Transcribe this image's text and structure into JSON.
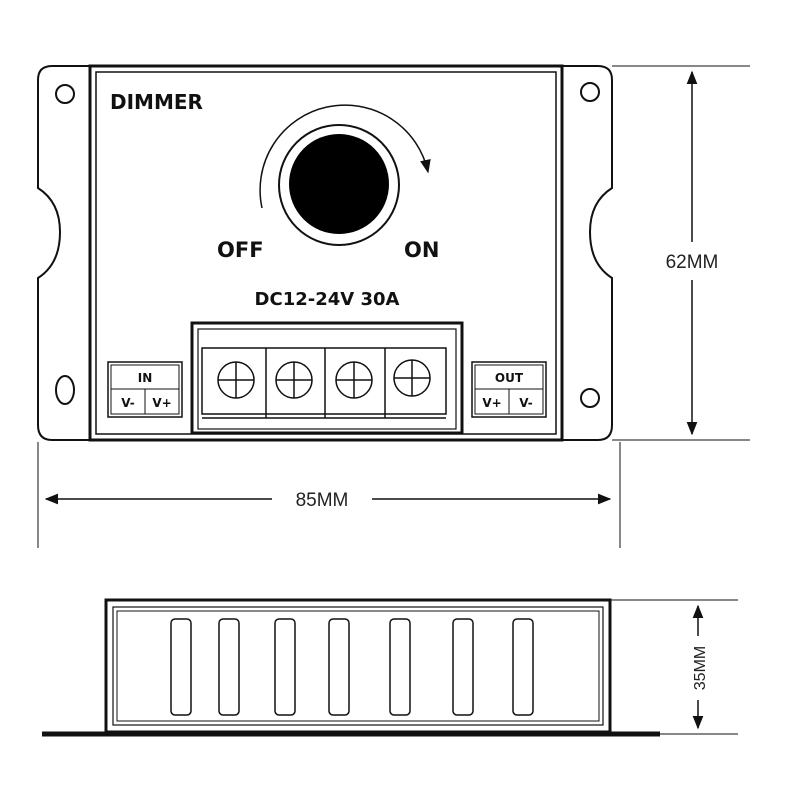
{
  "device": {
    "title": "DIMMER",
    "off_label": "OFF",
    "on_label": "ON",
    "rating": "DC12-24V 30A",
    "input": {
      "header": "IN",
      "terminals": [
        "V-",
        "V+"
      ]
    },
    "output": {
      "header": "OUT",
      "terminals": [
        "V+",
        "V-"
      ]
    }
  },
  "dimensions": {
    "height": "62MM",
    "width": "85MM",
    "depth": "35MM"
  },
  "colors": {
    "outline": "#111111",
    "knob": "#000000",
    "background": "#ffffff"
  }
}
